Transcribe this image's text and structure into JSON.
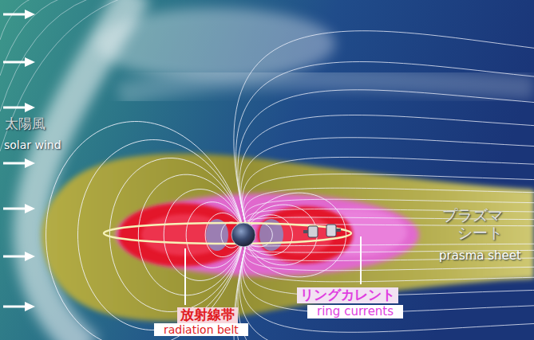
{
  "diagram": {
    "labels": [
      "太陽風",
      "solar wind",
      "プラズマ シート",
      "prasma sheet",
      "放射線帯",
      "radiation belt",
      "リングカレント",
      "ring currents"
    ]
  }
}
